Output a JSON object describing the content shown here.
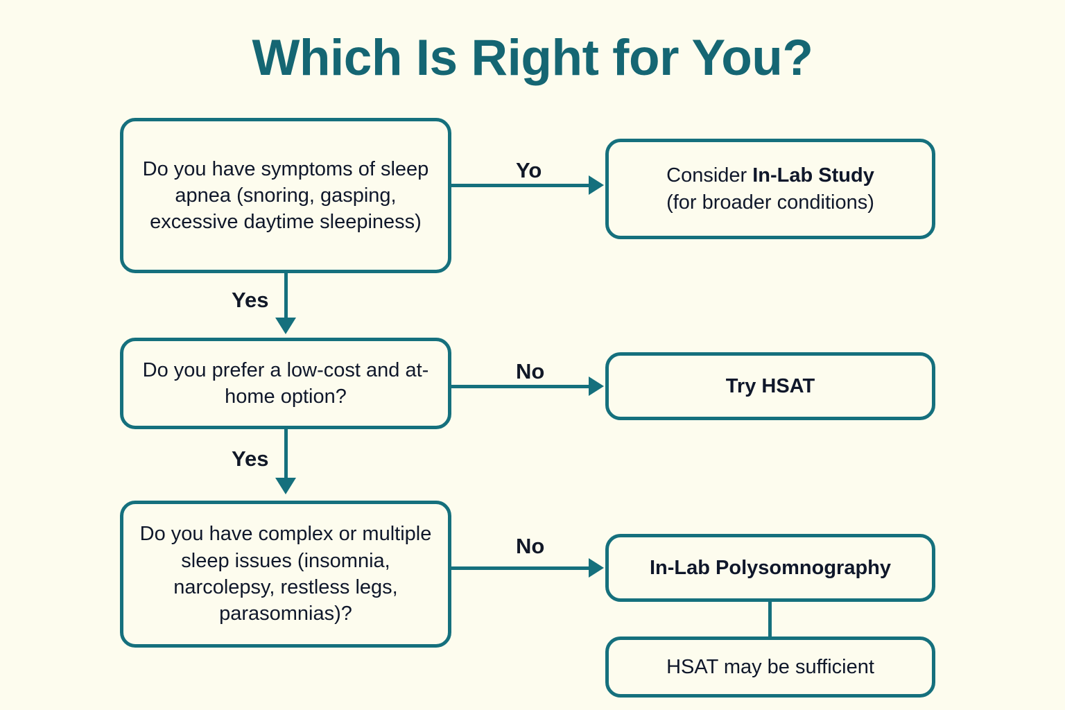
{
  "header": {
    "title": "Which Is Right for You?"
  },
  "colors": {
    "background": "#fdfcee",
    "accent_teal": "#15707d",
    "title_teal": "#156673",
    "text_dark": "#0f172a",
    "label_dark": "#111827"
  },
  "flow": {
    "decisions": [
      {
        "id": "q1",
        "text": "Do you have symptoms of sleep apnea (snoring, gasping, excessive daytime sleepiness)"
      },
      {
        "id": "q2",
        "text": "Do you prefer a low-cost and at-home option?"
      },
      {
        "id": "q3",
        "text": "Do you have complex or multiple sleep issues (insomnia, narcolepsy, restless legs, parasomnias)?"
      }
    ],
    "outcomes": [
      {
        "id": "o1",
        "lead": "Consider ",
        "emphasis": "In-Lab Study",
        "sub": "(for broader conditions)"
      },
      {
        "id": "o2",
        "text": "Try HSAT"
      },
      {
        "id": "o3",
        "text": "In-Lab Polysomnography"
      },
      {
        "id": "o4",
        "text": "HSAT may be sufficient"
      }
    ],
    "edges": [
      {
        "id": "e1",
        "label": "Yo",
        "from": "q1",
        "to": "o1",
        "direction": "right"
      },
      {
        "id": "e2",
        "label": "No",
        "from": "q2",
        "to": "o2",
        "direction": "right"
      },
      {
        "id": "e3",
        "label": "No",
        "from": "q3",
        "to": "o3",
        "direction": "right"
      },
      {
        "id": "ea",
        "label": "Yes",
        "from": "q1",
        "to": "q2",
        "direction": "down"
      },
      {
        "id": "eb",
        "label": "Yes",
        "from": "q2",
        "to": "q3",
        "direction": "down"
      },
      {
        "id": "ec",
        "label": "",
        "from": "o3",
        "to": "o4",
        "direction": "down"
      }
    ]
  }
}
